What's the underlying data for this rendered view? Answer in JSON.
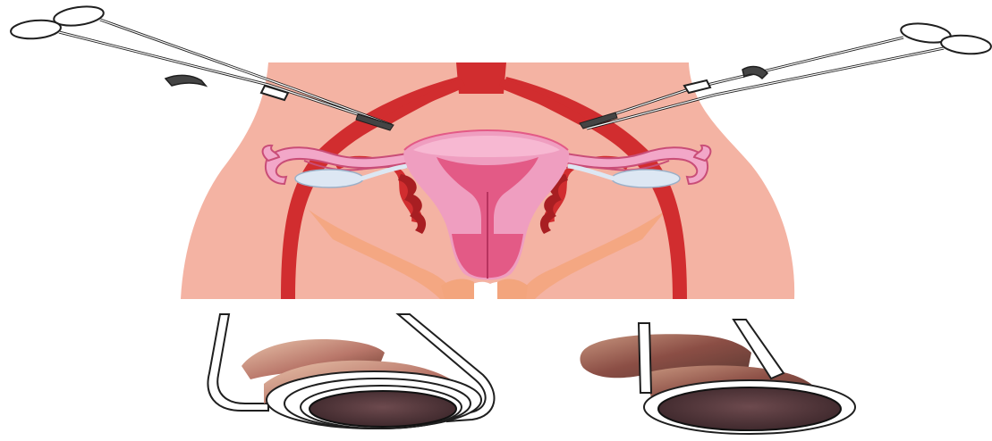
{
  "figure": {
    "subject": "uterine-artery-clamping-and-vaginal-cuff",
    "colors": {
      "background": "#ffffff",
      "pelvis_skin": "#f4b3a3",
      "pelvis_outline": "#ffffff",
      "artery": "#d12d2f",
      "artery_dark": "#a81e22",
      "uterus_outer": "#ef9ec0",
      "uterus_inner": "#e35a86",
      "uterus_fundus": "#f7b8d2",
      "tube": "#f2a7c8",
      "tube_outline": "#c94d77",
      "ovary": "#dde7f3",
      "ligament": "#f3a57d",
      "instrument": "#ffffff",
      "instrument_outline": "#1f1f1f",
      "instrument_dark": "#444444",
      "cuff_tissue_light": "#e8c3aa",
      "cuff_tissue_dark": "#6b3a2e",
      "cuff_opening": "#4e3338",
      "ring_outline": "#111111"
    },
    "parts": [
      "pelvis",
      "uterine-arteries",
      "uterus",
      "fallopian-tubes",
      "ovaries",
      "left-clamp",
      "right-clamp",
      "left-vaginal-cuff",
      "right-vaginal-cuff"
    ]
  }
}
